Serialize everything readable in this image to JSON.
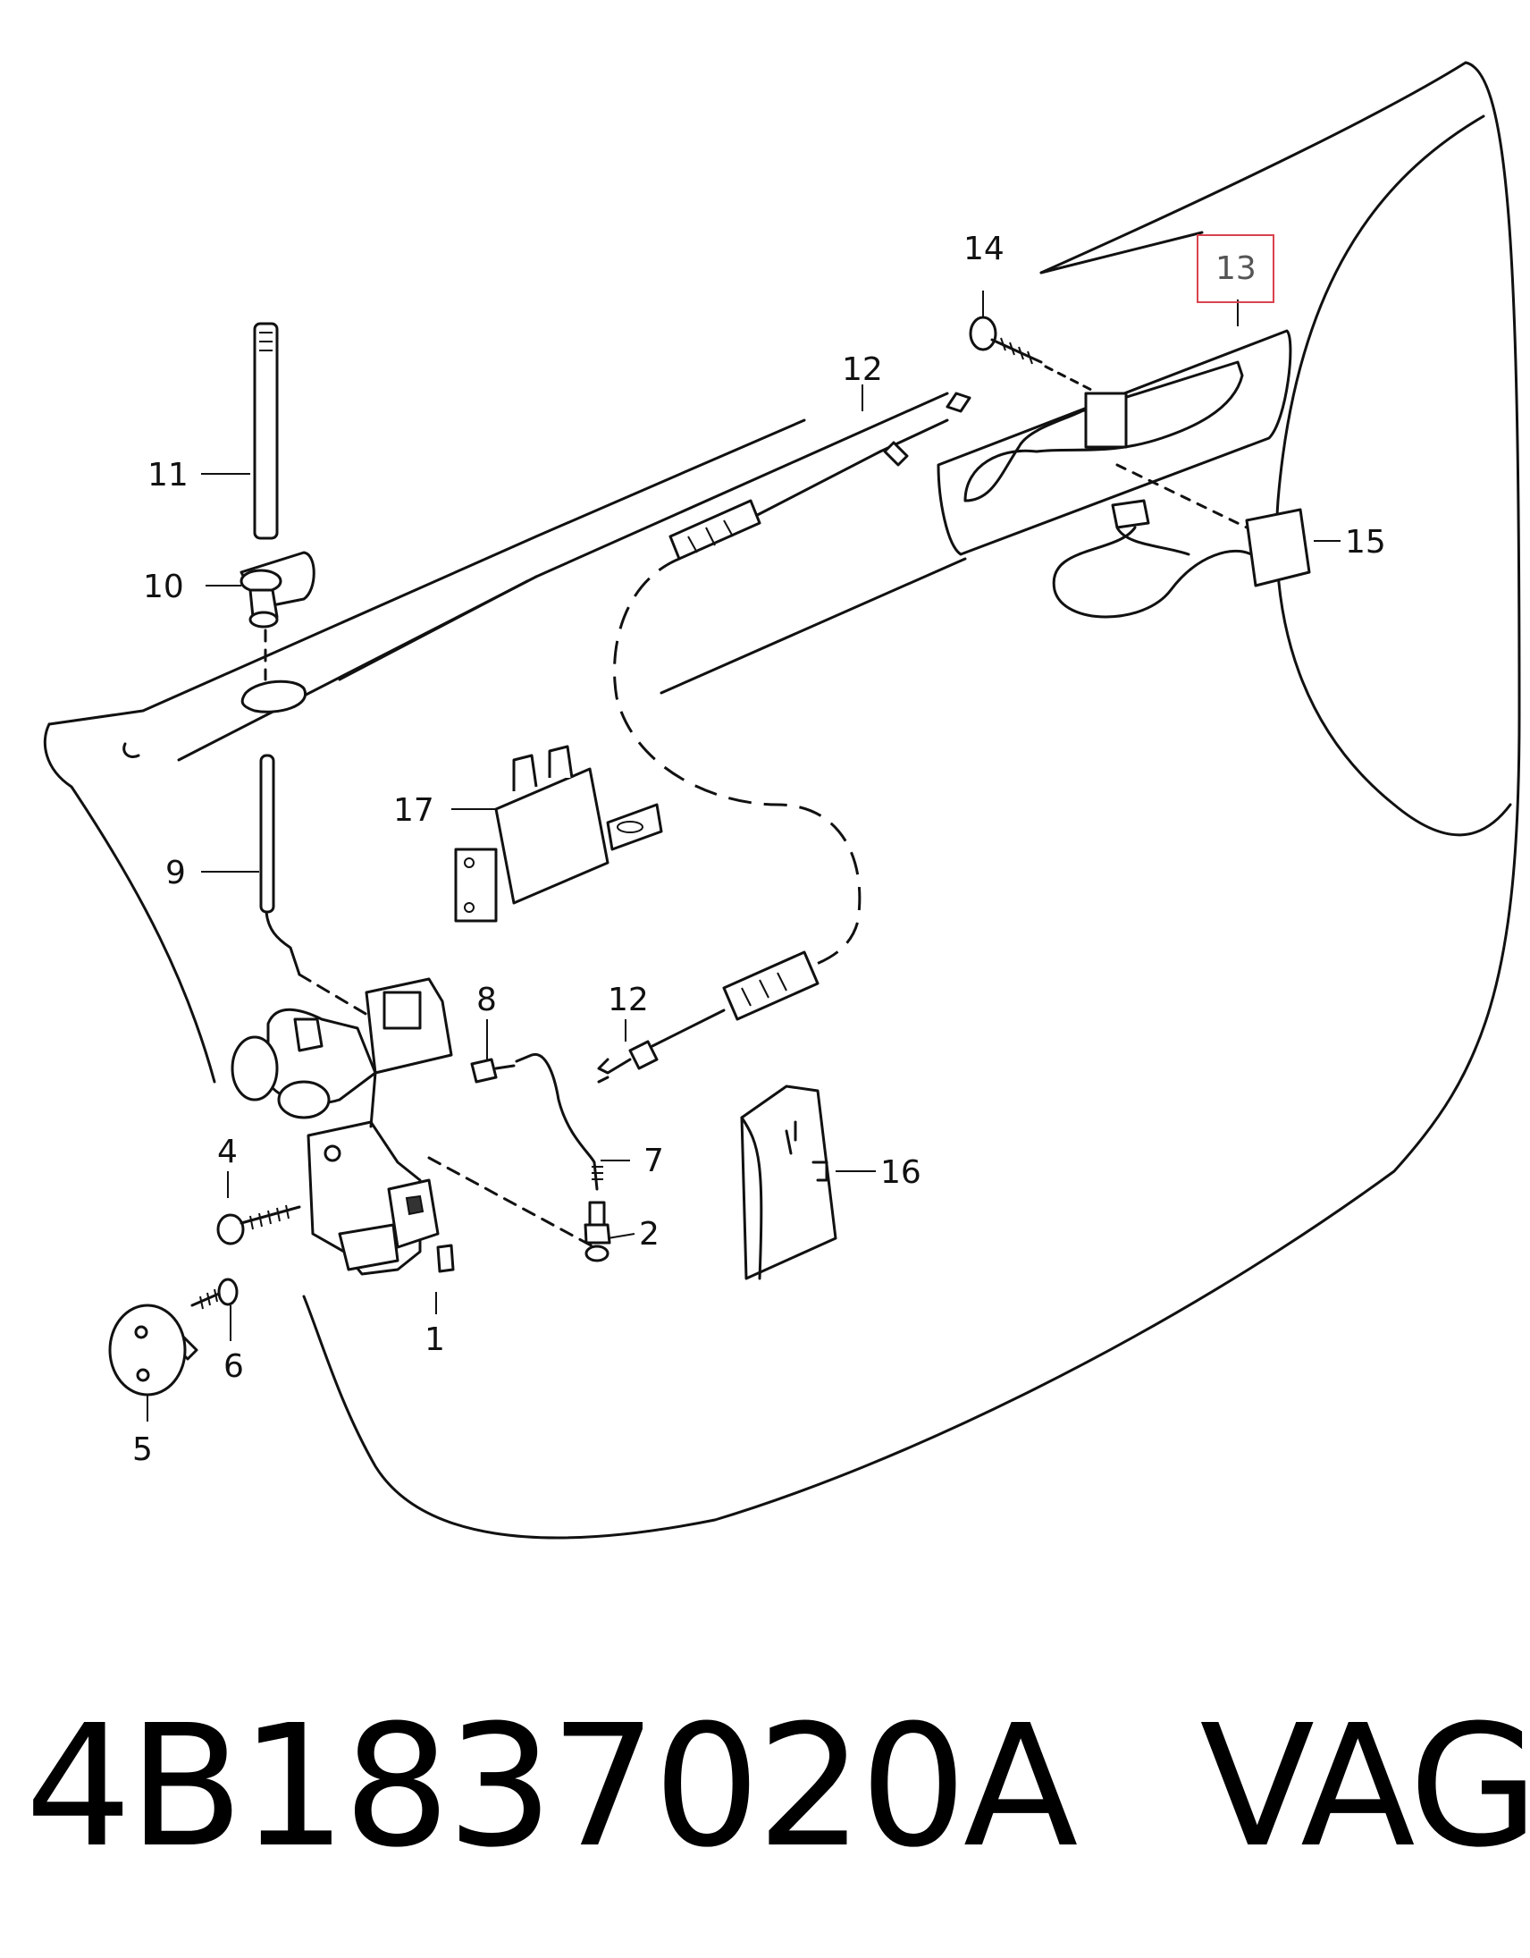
{
  "callouts": {
    "c1": "1",
    "c2": "2",
    "c4": "4",
    "c5": "5",
    "c6": "6",
    "c7": "7",
    "c8": "8",
    "c9": "9",
    "c10": "10",
    "c11": "11",
    "c12a": "12",
    "c12b": "12",
    "c13": "13",
    "c14": "14",
    "c15": "15",
    "c16": "16",
    "c17": "17"
  },
  "highlight_color": "#d9434e",
  "caption": {
    "part_number": "4B1837020A",
    "brand": "VAG"
  }
}
